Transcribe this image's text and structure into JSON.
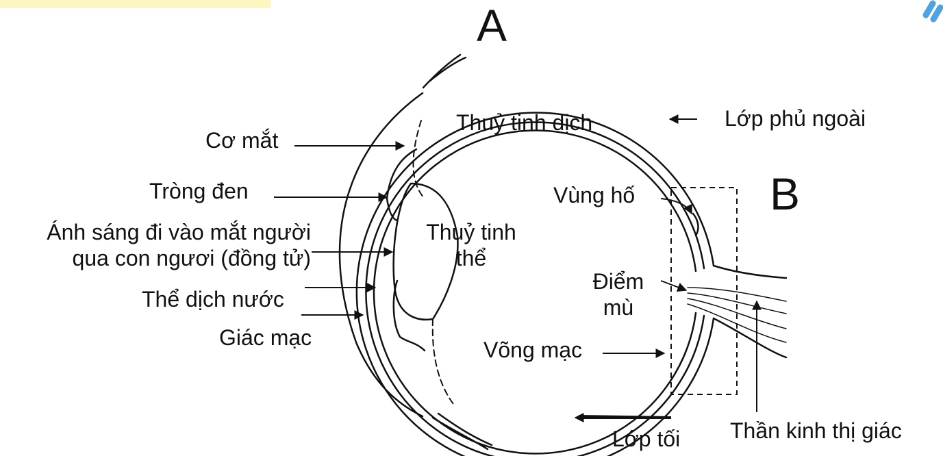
{
  "markers": {
    "a": "A",
    "b": "B"
  },
  "labels": {
    "co_mat": "Cơ mắt",
    "trong_den": "Tròng đen",
    "anh_sang": "Ánh sáng đi vào mắt người\nqua con ngươi (đồng tử)",
    "the_dich_nuoc": "Thể dịch nước",
    "giac_mac": "Giác mạc",
    "thuy_tinh_dich": "Thuỷ tinh dịch",
    "thuy_tinh_the": "Thuỷ tinh\nthể",
    "lop_phu_ngoai": "Lớp phủ ngoài",
    "vung_ho": "Vùng hố",
    "diem_mu": "Điểm\nmù",
    "vong_mac": "Võng mạc",
    "lop_toi": "Lớp tối",
    "than_kinh_thi_giac": "Thần kinh thị giác"
  },
  "colors": {
    "line": "#111111",
    "highlight_yellow": "#fdf6c0",
    "accent_blue": "#4fa3e0"
  }
}
